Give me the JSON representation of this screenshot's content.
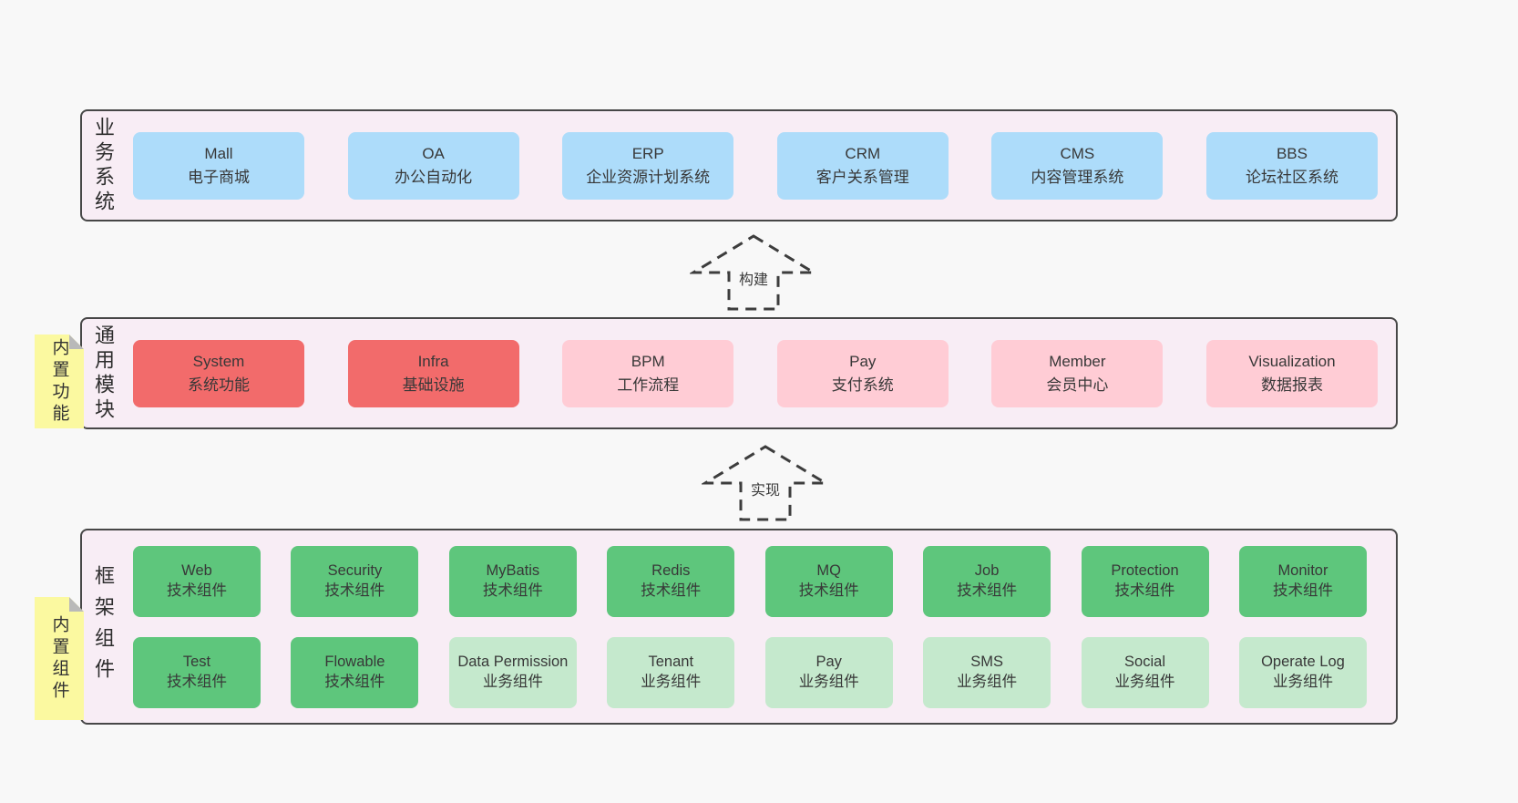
{
  "colors": {
    "page_background": "#f8f8f8",
    "layer_background": "#f8edf5",
    "layer_border": "#474747",
    "node_blue": "#addcfa",
    "node_red": "#f26b6b",
    "node_pink": "#ffccd5",
    "node_green": "#5ec67c",
    "node_lightgreen": "#c5e9cd",
    "sticky_yellow": "#fbf9a0",
    "text": "#333333"
  },
  "layers": {
    "business": {
      "label": "业务系统",
      "boxes": [
        {
          "name": "Mall",
          "desc": "电子商城"
        },
        {
          "name": "OA",
          "desc": "办公自动化"
        },
        {
          "name": "ERP",
          "desc": "企业资源计划系统"
        },
        {
          "name": "CRM",
          "desc": "客户关系管理"
        },
        {
          "name": "CMS",
          "desc": "内容管理系统"
        },
        {
          "name": "BBS",
          "desc": "论坛社区系统"
        }
      ]
    },
    "common": {
      "label": "通用模块",
      "note": "内置功能",
      "boxes": [
        {
          "name": "System",
          "desc": "系统功能"
        },
        {
          "name": "Infra",
          "desc": "基础设施"
        },
        {
          "name": "BPM",
          "desc": "工作流程"
        },
        {
          "name": "Pay",
          "desc": "支付系统"
        },
        {
          "name": "Member",
          "desc": "会员中心"
        },
        {
          "name": "Visualization",
          "desc": "数据报表"
        }
      ]
    },
    "framework": {
      "label": "框架组件",
      "note": "内置组件",
      "row1": [
        {
          "name": "Web",
          "desc": "技术组件"
        },
        {
          "name": "Security",
          "desc": "技术组件"
        },
        {
          "name": "MyBatis",
          "desc": "技术组件"
        },
        {
          "name": "Redis",
          "desc": "技术组件"
        },
        {
          "name": "MQ",
          "desc": "技术组件"
        },
        {
          "name": "Job",
          "desc": "技术组件"
        },
        {
          "name": "Protection",
          "desc": "技术组件"
        },
        {
          "name": "Monitor",
          "desc": "技术组件"
        }
      ],
      "row2": [
        {
          "name": "Test",
          "desc": "技术组件"
        },
        {
          "name": "Flowable",
          "desc": "技术组件"
        },
        {
          "name": "Data Permission",
          "desc": "业务组件"
        },
        {
          "name": "Tenant",
          "desc": "业务组件"
        },
        {
          "name": "Pay",
          "desc": "业务组件"
        },
        {
          "name": "SMS",
          "desc": "业务组件"
        },
        {
          "name": "Social",
          "desc": "业务组件"
        },
        {
          "name": "Operate Log",
          "desc": "业务组件"
        }
      ]
    }
  },
  "arrows": {
    "build": {
      "label": "构建"
    },
    "implement": {
      "label": "实现"
    }
  }
}
